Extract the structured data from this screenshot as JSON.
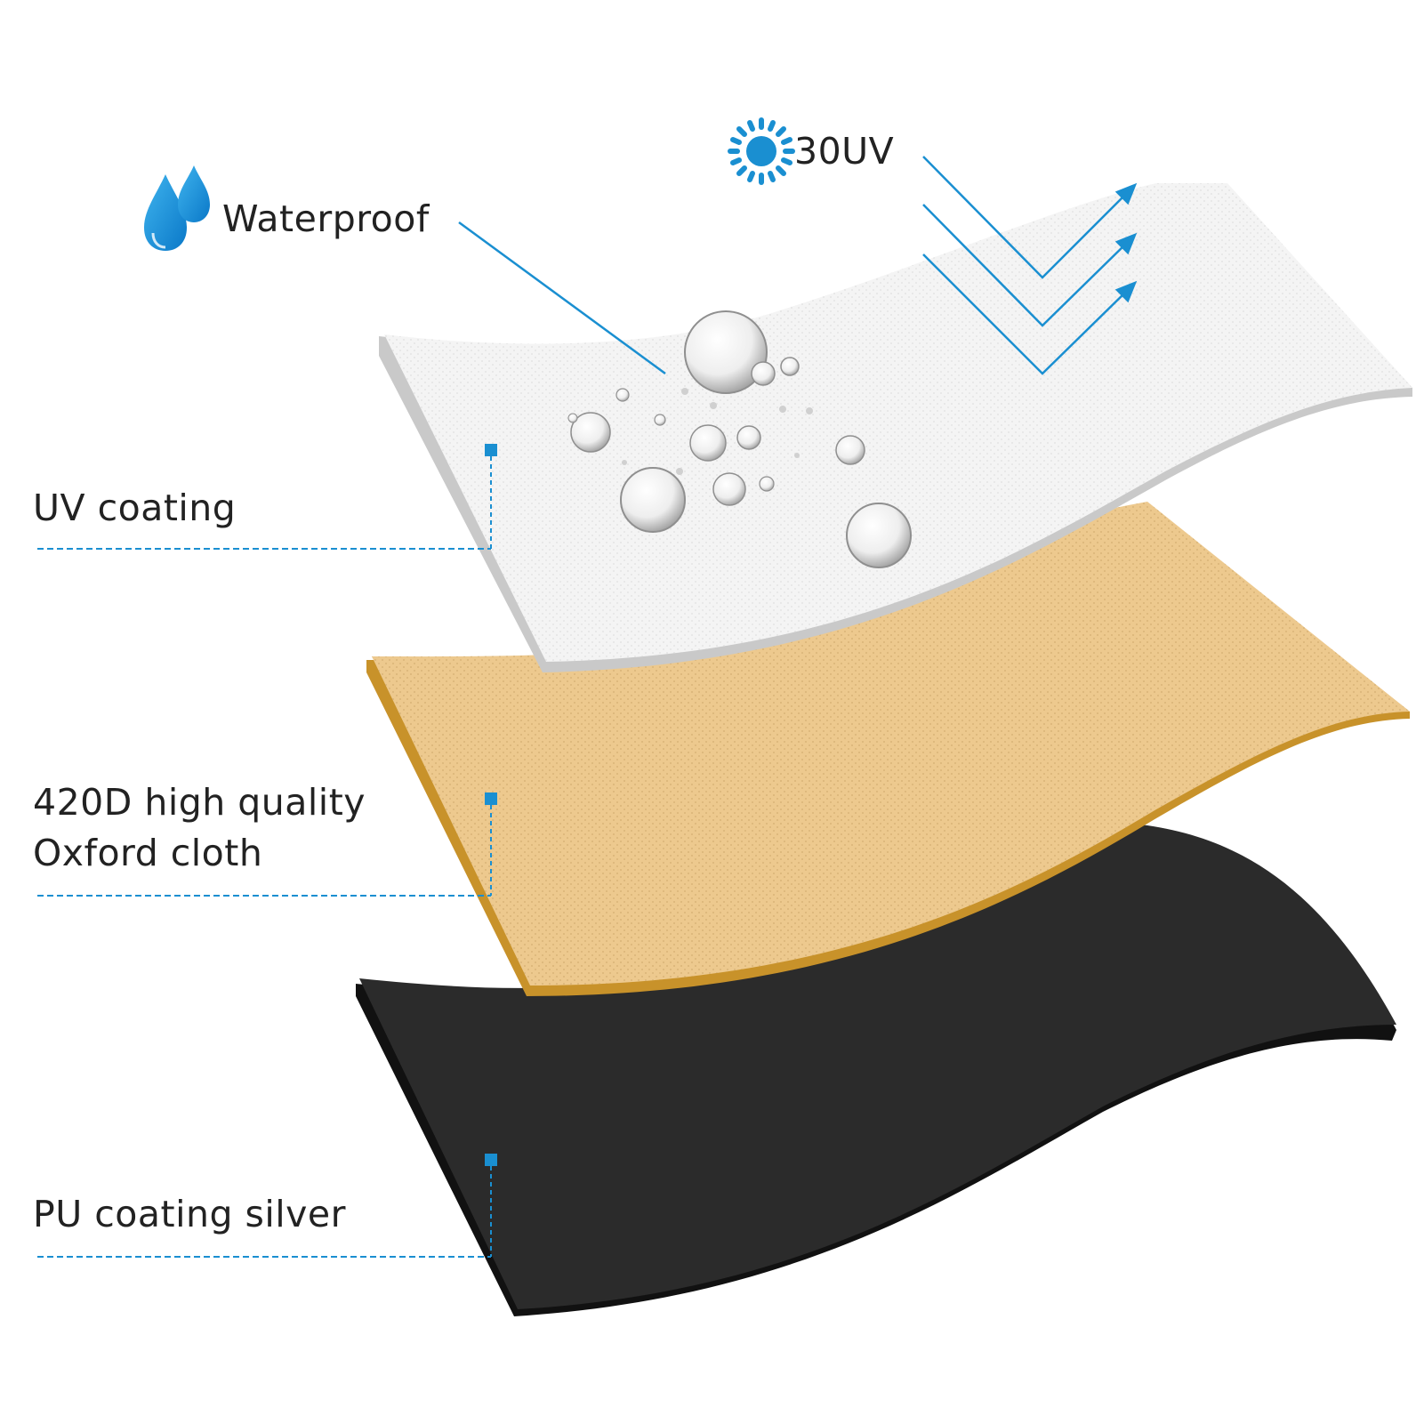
{
  "callouts": {
    "waterproof": "Waterproof",
    "uv_rating": "30UV"
  },
  "layers": [
    {
      "label": "UV coating"
    },
    {
      "label": "420D high quality\nOxford cloth"
    },
    {
      "label": "PU coating silver"
    }
  ],
  "colors": {
    "accent": "#1a8fd1",
    "uv_layer": "#f4f4f4",
    "oxford_layer": "#edc98e",
    "oxford_edge": "#c8922a",
    "pu_layer": "#2b2b2b",
    "pu_edge": "#111111"
  },
  "icons": {
    "waterproof": "water-drops-icon",
    "uv": "sun-icon"
  }
}
